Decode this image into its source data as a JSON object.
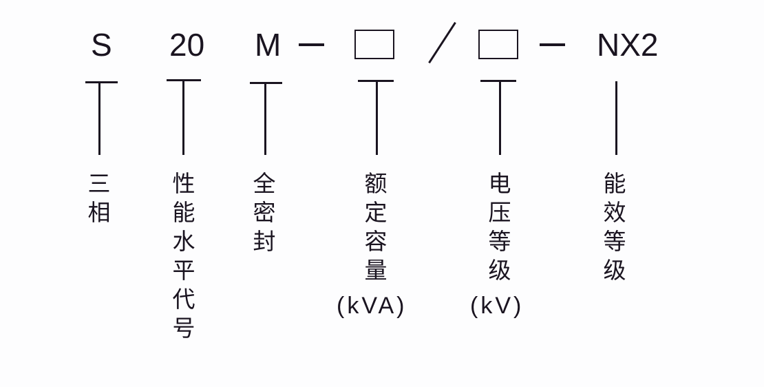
{
  "diagram": {
    "type": "model-designation-breakdown",
    "code_parts": [
      {
        "id": "series",
        "text": "S"
      },
      {
        "id": "performance",
        "text": "20"
      },
      {
        "id": "sealed",
        "text": "M"
      },
      {
        "id": "sep1",
        "text": "–"
      },
      {
        "id": "capacity",
        "text": "□"
      },
      {
        "id": "slash",
        "text": "/"
      },
      {
        "id": "voltage",
        "text": "□"
      },
      {
        "id": "sep2",
        "text": "–"
      },
      {
        "id": "efficiency",
        "text": "NX2"
      }
    ],
    "labels": [
      {
        "for": "S",
        "chars": [
          "三",
          "相"
        ],
        "unit": ""
      },
      {
        "for": "20",
        "chars": [
          "性",
          "能",
          "水",
          "平",
          "代",
          "号"
        ],
        "unit": ""
      },
      {
        "for": "M",
        "chars": [
          "全",
          "密",
          "封"
        ],
        "unit": ""
      },
      {
        "for": "capacity",
        "chars": [
          "额",
          "定",
          "容",
          "量"
        ],
        "unit": "(kVA)"
      },
      {
        "for": "voltage",
        "chars": [
          "电",
          "压",
          "等",
          "级"
        ],
        "unit": "(kV)"
      },
      {
        "for": "NX2",
        "chars": [
          "能",
          "效",
          "等",
          "级"
        ],
        "unit": ""
      }
    ],
    "colors": {
      "ink": "#1a1420",
      "background": "#fdfdfe"
    }
  }
}
